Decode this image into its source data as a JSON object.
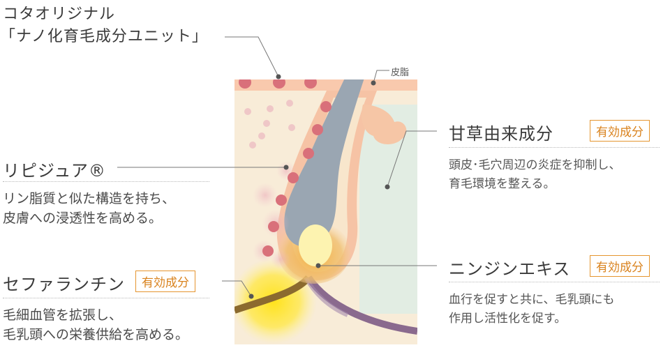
{
  "unit": {
    "line1": "コタオリジナル",
    "line2": "「ナノ化育毛成分ユニット」"
  },
  "skin_label": "皮脂",
  "items": [
    {
      "name": "リピジュア®",
      "desc1": "リン脂質と似た構造を持ち、",
      "desc2": "皮膚への浸透性を高める。"
    },
    {
      "name": "セファランチン",
      "badge": "有効成分",
      "desc1": "毛細血管を拡張し、",
      "desc2": "毛乳頭への栄養供給を高める。"
    },
    {
      "name": "甘草由来成分",
      "badge": "有効成分",
      "desc1": "頭皮･毛穴周辺の炎症を抑制し、",
      "desc2": "育毛環境を整える。"
    },
    {
      "name": "ニンジンエキス",
      "badge": "有効成分",
      "desc1": "血行を促すと共に、毛乳頭にも",
      "desc2": "作用し活性化を促す。"
    }
  ],
  "colors": {
    "skin": "#f9c9ad",
    "hair": "#9aa6b2",
    "capillary": "#8a6a8e",
    "nano_dot": "#d9707a",
    "badge": "#e5952f"
  }
}
